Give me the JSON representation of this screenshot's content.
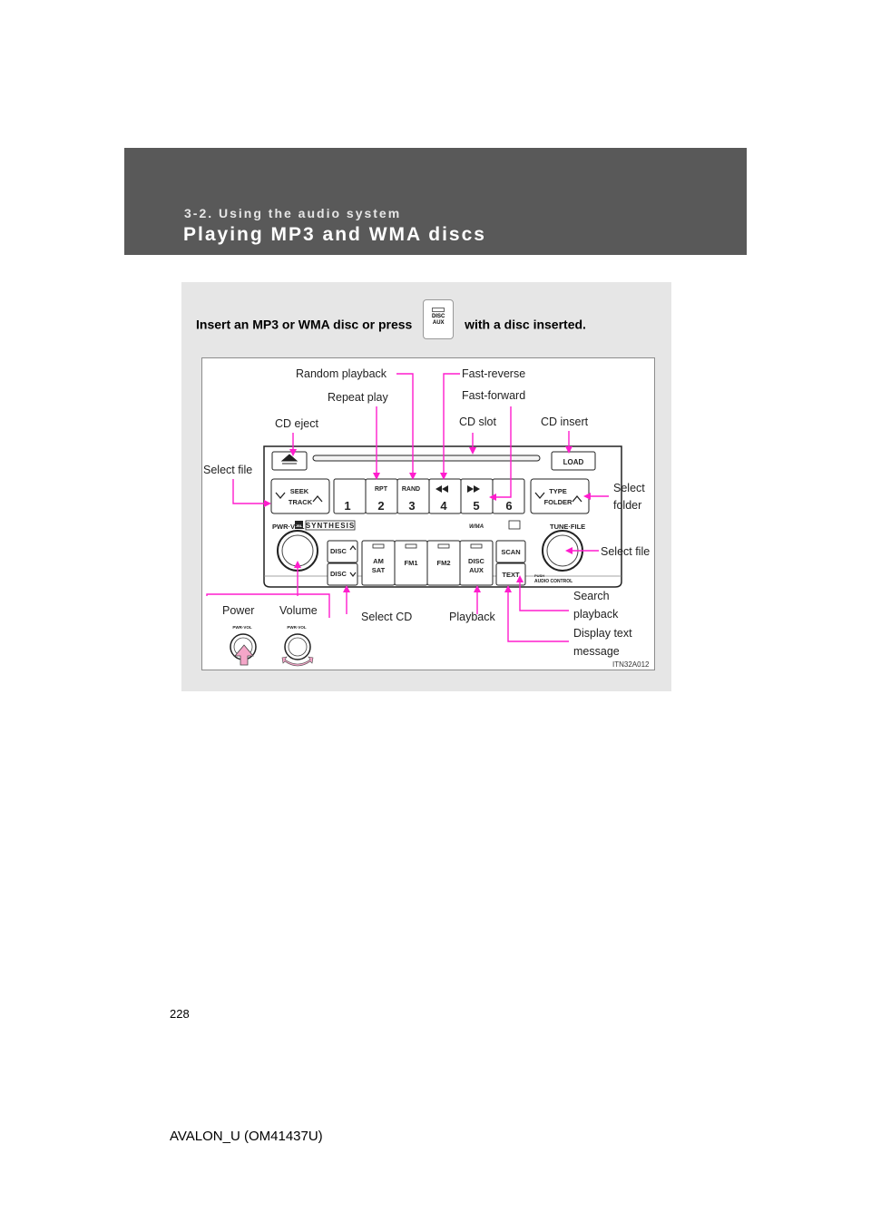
{
  "header": {
    "section": "3-2. Using the audio system",
    "title": "Playing MP3 and WMA discs"
  },
  "intro": {
    "before": "Insert an MP3 or WMA disc or press",
    "after": "with a disc inserted.",
    "button_top": "DISC",
    "button_bottom": "AUX"
  },
  "callouts": {
    "random_playback": "Random playback",
    "fast_reverse": "Fast-reverse",
    "repeat_play": "Repeat play",
    "fast_forward": "Fast-forward",
    "cd_eject": "CD eject",
    "cd_slot": "CD slot",
    "cd_insert": "CD insert",
    "select_file_left": "Select file",
    "select_folder_1": "Select",
    "select_folder_2": "folder",
    "select_file_right": "Select file",
    "power": "Power",
    "volume": "Volume",
    "select_cd": "Select CD",
    "playback": "Playback",
    "search_playback_1": "Search",
    "search_playback_2": "playback",
    "display_text_1": "Display text",
    "display_text_2": "message"
  },
  "unit": {
    "load": "LOAD",
    "seek_1": "SEEK",
    "seek_2": "TRACK",
    "type_1": "TYPE",
    "type_2": "FOLDER",
    "rpt": "RPT",
    "rand": "RAND",
    "presets": [
      "1",
      "2",
      "3",
      "4",
      "5",
      "6"
    ],
    "pwr_vol": "PWR·VOL",
    "tune_file": "TUNE·FILE",
    "brand": "SYNTHESIS",
    "jbl": "JBL",
    "wma": "WMA",
    "disc_up": "DISC",
    "disc_down": "DISC",
    "am": "AM",
    "sat": "SAT",
    "fm1": "FM1",
    "fm2": "FM2",
    "disc_1": "DISC",
    "aux": "AUX",
    "scan": "SCAN",
    "text": "TEXT",
    "push": "PUSH",
    "audio_control": "AUDIO CONTROL",
    "knob_label_1": "PWR·VOL",
    "knob_label_2": "PWR·VOL"
  },
  "figure_id": "ITN32A012",
  "page_number": "228",
  "footer": "AVALON_U (OM41437U)",
  "colors": {
    "callout_line": "#ff1dcd",
    "header_bg": "#595959",
    "panel_bg": "#e6e6e6"
  }
}
